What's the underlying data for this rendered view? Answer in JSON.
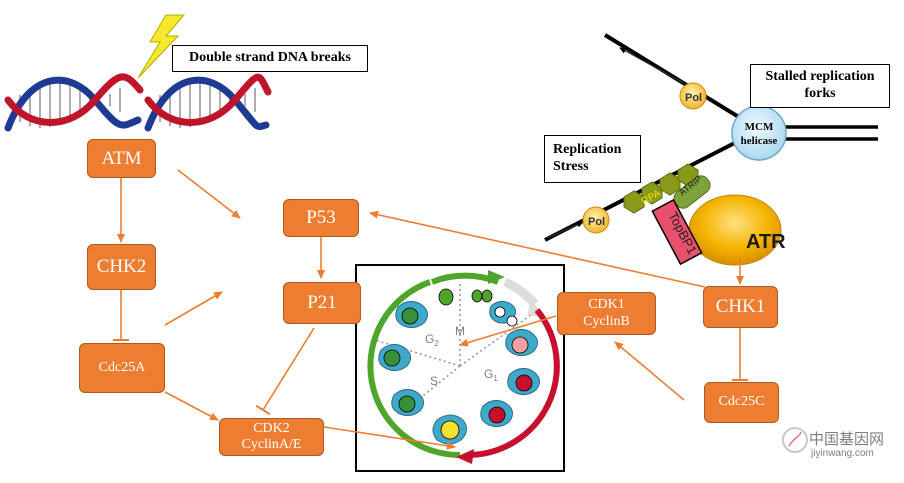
{
  "labels": {
    "dsb": "Double strand DNA breaks",
    "stalled_line1": "Stalled replication",
    "stalled_line2": "forks",
    "stress_line1": "Replication",
    "stress_line2": "Stress"
  },
  "nodes": {
    "atm": "ATM",
    "chk2": "CHK2",
    "cdc25a": "Cdc25A",
    "p53": "P53",
    "p21": "P21",
    "cdk2_line1": "CDK2",
    "cdk2_line2": "CyclinA/E",
    "cdk1_line1": "CDK1",
    "cdk1_line2": "CyclinB",
    "chk1": "CHK1",
    "cdc25c": "Cdc25C"
  },
  "replication": {
    "pol": "Pol",
    "mcm_line1": "MCM",
    "mcm_line2": "helicase",
    "rpa": "RPA",
    "atrip": "ATRIP",
    "topbp1": "TopBP1",
    "atr": "ATR"
  },
  "cell_cycle": {
    "phases": [
      "G",
      "M",
      "S",
      "G"
    ],
    "subscripts": [
      "2",
      "",
      "",
      "1"
    ]
  },
  "watermark": {
    "cn": "中国基因网",
    "url": "jiyinwang.com"
  },
  "colors": {
    "node_fill": "#ED7D31",
    "arrow": "#ED7D31",
    "dna_red": "#C0142A",
    "dna_blue": "#1F3A93",
    "cycle_green": "#4FA42A",
    "cycle_red": "#C8102E",
    "atr_gold": "#F5A800",
    "rpa_olive": "#8A9A1B",
    "mcm_blue": "#CFEAF8",
    "pol_yellow": "#F6C445"
  }
}
